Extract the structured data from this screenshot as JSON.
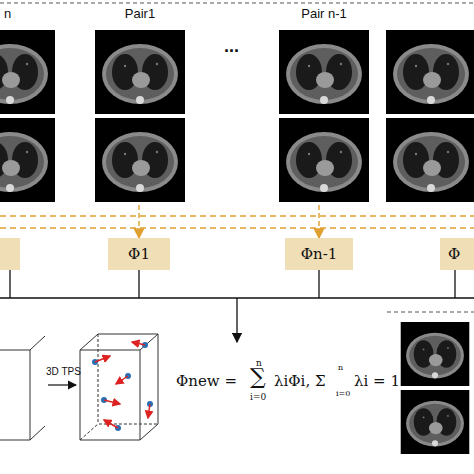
{
  "diagram": {
    "nodes": [
      {
        "text": [
          "n"
        ]
      },
      {
        "text": [
          "Pair1"
        ]
      },
      {
        "text": [
          "Pair n-1"
        ]
      },
      {
        "text": [
          "Φ1"
        ]
      },
      {
        "text": [
          "Φn-1"
        ]
      },
      {
        "text": [
          "Φ"
        ]
      }
    ],
    "edges": [
      {
        "from": 1,
        "to": 3,
        "arrow": "to"
      },
      {
        "from": 2,
        "to": 4,
        "arrow": "to"
      }
    ],
    "labels": [
      "...",
      "3D TPS",
      "Φnew =",
      "n",
      "∑",
      "i=0",
      "λiΦi, Σ",
      "n",
      "i=0",
      "λi = 1"
    ]
  }
}
